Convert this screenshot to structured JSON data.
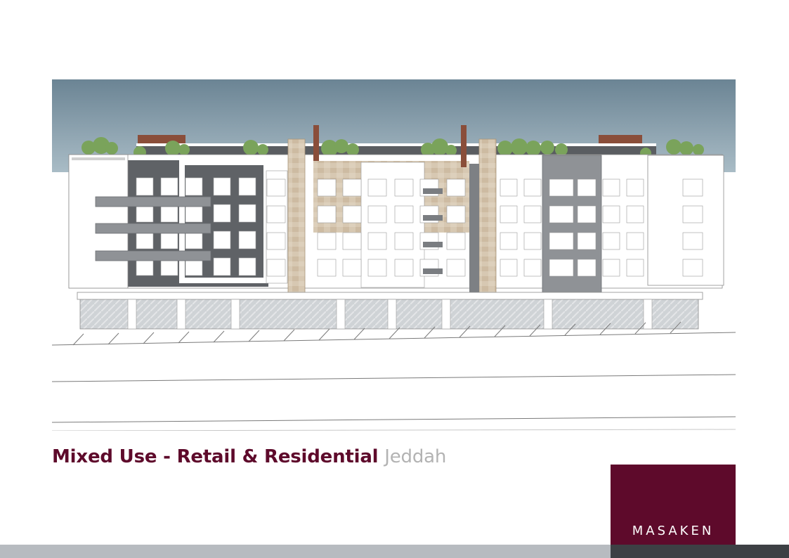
{
  "caption": {
    "project": "Mixed Use - Retail & Residential",
    "location": "Jeddah"
  },
  "brand": {
    "name": "MASAKEN",
    "color": "#5e0a2b"
  },
  "colors": {
    "sky": "#6b8494",
    "footer_light": "#b7bbc0",
    "footer_dark": "#3d4044"
  }
}
